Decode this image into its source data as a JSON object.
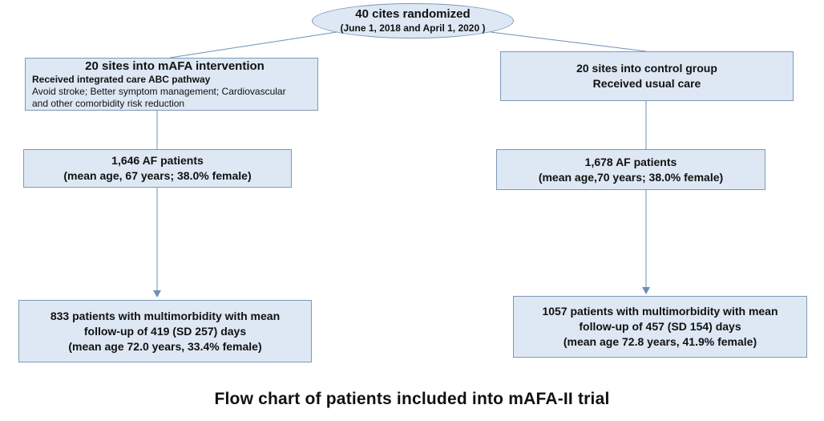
{
  "root": {
    "title": "40 cites randomized",
    "subtitle": "(June 1, 2018 and April 1, 2020 )"
  },
  "left": {
    "alloc_title": "20 sites into mAFA intervention",
    "alloc_line2": "Received integrated care ABC pathway",
    "alloc_line3": "Avoid stroke; Better symptom  management; Cardiovascular",
    "alloc_line4": "and other comorbidity  risk reduction",
    "patients_line1": "1,646 AF patients",
    "patients_line2": "(mean age, 67 years; 38.0% female)",
    "followup_line1": "833 patients with multimorbidity with mean",
    "followup_line2": "follow-up of 419 (SD 257) days",
    "followup_line3": "(mean age 72.0 years, 33.4% female)"
  },
  "right": {
    "alloc_title": "20 sites into control group",
    "alloc_line2": "Received usual care",
    "patients_line1": "1,678 AF patients",
    "patients_line2": "(mean age,70 years; 38.0% female)",
    "followup_line1": "1057 patients with multimorbidity  with mean",
    "followup_line2": "follow-up of 457 (SD 154) days",
    "followup_line3": "(mean age 72.8 years, 41.9% female)"
  },
  "caption": "Flow chart of patients included into mAFA-II trial",
  "colors": {
    "box_fill": "#dde8f4",
    "box_border": "#7f98b4",
    "connector": "#6f8fb8"
  }
}
